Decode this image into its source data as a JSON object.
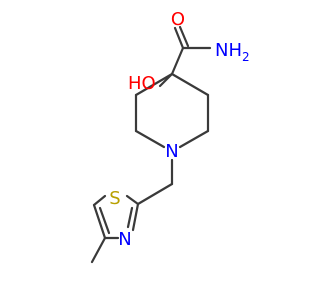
{
  "molecule": {
    "atoms": {
      "oxygen_carbonyl": "O",
      "nitrogen_amide": "NH",
      "nitrogen_amide_subscript": "2",
      "hydroxyl": "HO",
      "nitrogen_piperidine": "N",
      "sulfur_thiazole": "S",
      "nitrogen_thiazole": "N"
    },
    "colors": {
      "bond": "#3a3a3a",
      "oxygen": "#ff0000",
      "nitrogen": "#0000ff",
      "sulfur": "#b8a000"
    }
  }
}
